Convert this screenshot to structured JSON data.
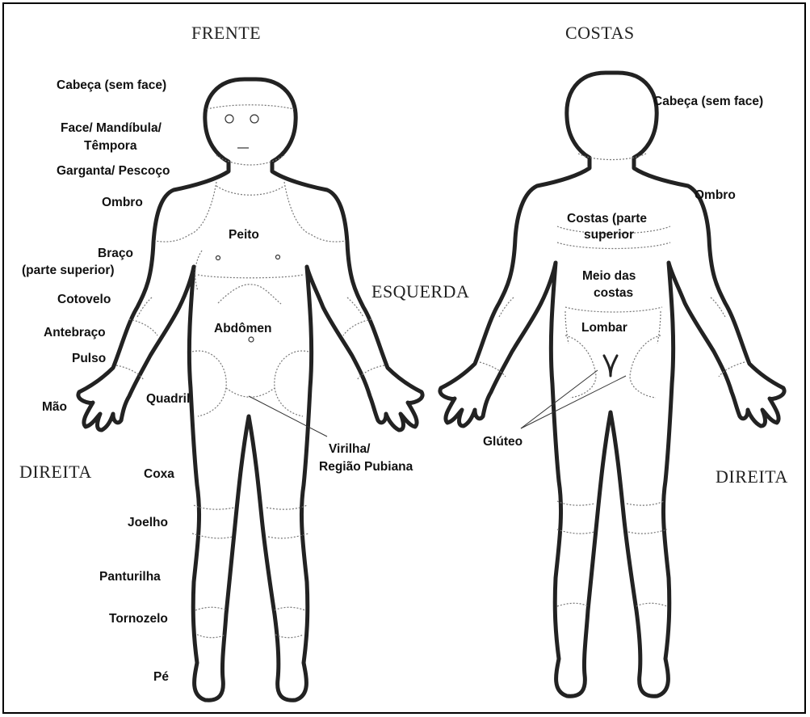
{
  "headings": {
    "front": "FRENTE",
    "back": "COSTAS",
    "left": "ESQUERDA",
    "right_front": "DIREITA",
    "right_back": "DIREITA"
  },
  "front_labels": {
    "head": "Cabeça (sem face)",
    "face_1": "Face/ Mandíbula/",
    "face_2": "Têmpora",
    "throat": "Garganta/ Pescoço",
    "shoulder": "Ombro",
    "upper_arm_1": "Braço",
    "upper_arm_2": "(parte superior)",
    "chest": "Peito",
    "elbow": "Cotovelo",
    "forearm": "Antebraço",
    "abdomen": "Abdômen",
    "wrist": "Pulso",
    "hand": "Mão",
    "hip": "Quadril",
    "groin_1": "Virilha/",
    "groin_2": "Região Pubiana",
    "thigh": "Coxa",
    "knee": "Joelho",
    "calf": "Panturilha",
    "ankle": "Tornozelo",
    "foot": "Pé"
  },
  "back_labels": {
    "head": "Cabeça (sem face)",
    "shoulder": "Ombro",
    "upper_back_1": "Costas (parte",
    "upper_back_2": "superior",
    "mid_back_1": "Meio das",
    "mid_back_2": "costas",
    "lower_back": "Lombar",
    "gluteus": "Glúteo"
  },
  "colors": {
    "outline": "#222222",
    "region_lines": "#777777",
    "frame": "#000000"
  }
}
